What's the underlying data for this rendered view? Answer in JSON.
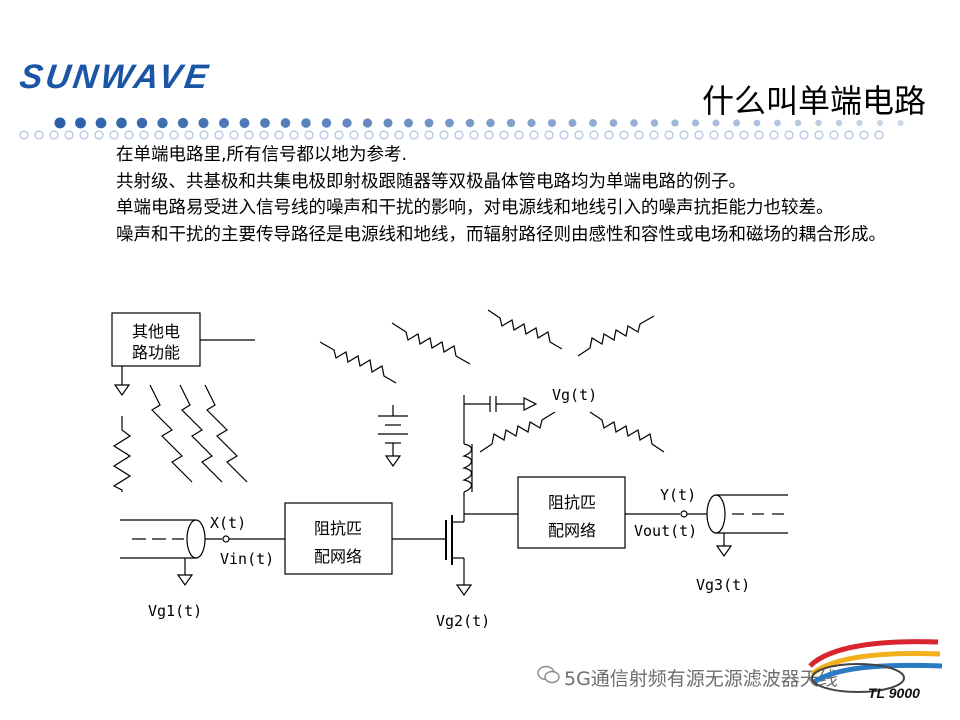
{
  "header": {
    "logo_text": "SUNWAVE",
    "title": "什么叫单端电路"
  },
  "body": {
    "paragraphs": [
      "在单端电路里,所有信号都以地为参考.",
      "共射级、共基极和共集电极即射极跟随器等双极晶体管电路均为单端电路的例子。",
      "单端电路易受进入信号线的噪声和干扰的影响，对电源线和地线引入的噪声抗拒能力也较差。",
      "噪声和干扰的主要传导路径是电源线和地线，而辐射路径则由感性和容性或电场和磁场的耦合形成。"
    ]
  },
  "diagram": {
    "other_function_box": [
      "其他电",
      "路功能"
    ],
    "matching_network_1": [
      "阻抗匹",
      "配网络"
    ],
    "matching_network_2": [
      "阻抗匹",
      "配网络"
    ],
    "xt": "X(t)",
    "vin": "Vin(t)",
    "vg1": "Vg1(t)",
    "vg2": "Vg2(t)",
    "vg": "Vg(t)",
    "yt": "Y(t)",
    "vout": "Vout(t)",
    "vg3": "Vg3(t)"
  },
  "footer": {
    "watermark": "5G通信射频有源无源滤波器天线",
    "tl_logo": "TL 9000"
  },
  "colors": {
    "brand": "#1a55a6",
    "dots": "#2b5fa8"
  }
}
